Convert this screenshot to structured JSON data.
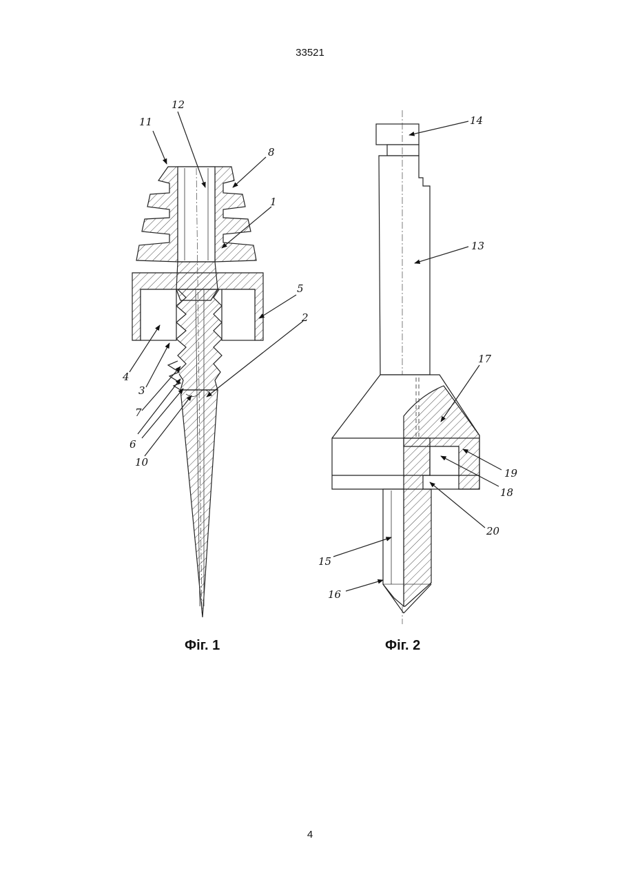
{
  "header": {
    "doc_number": "33521"
  },
  "footer": {
    "page_number": "4"
  },
  "figures": [
    {
      "caption": "Фіг. 1",
      "labels": [
        "11",
        "12",
        "8",
        "1",
        "5",
        "2",
        "4",
        "3",
        "7",
        "6",
        "10"
      ]
    },
    {
      "caption": "Фіг. 2",
      "labels": [
        "14",
        "13",
        "17",
        "19",
        "18",
        "20",
        "15",
        "16"
      ]
    }
  ]
}
